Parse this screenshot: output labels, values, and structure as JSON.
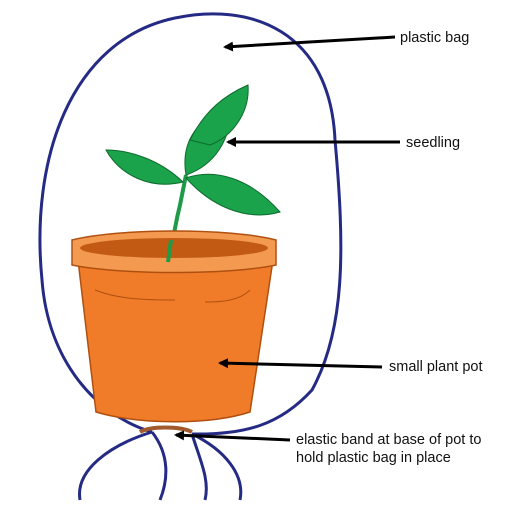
{
  "labels": {
    "plastic_bag": "plastic bag",
    "seedling": "seedling",
    "small_plant_pot": "small plant pot",
    "elastic_band_line1": "elastic band at base of pot to",
    "elastic_band_line2": "hold plastic bag in place"
  },
  "colors": {
    "bag_outline": "#252a84",
    "pot_fill": "#f07c2a",
    "pot_rim": "#f39a50",
    "pot_dark": "#c25a14",
    "leaf": "#1aa34a",
    "stem": "#1f9a47",
    "elastic_band": "#a05a2c",
    "arrow": "#000000"
  }
}
